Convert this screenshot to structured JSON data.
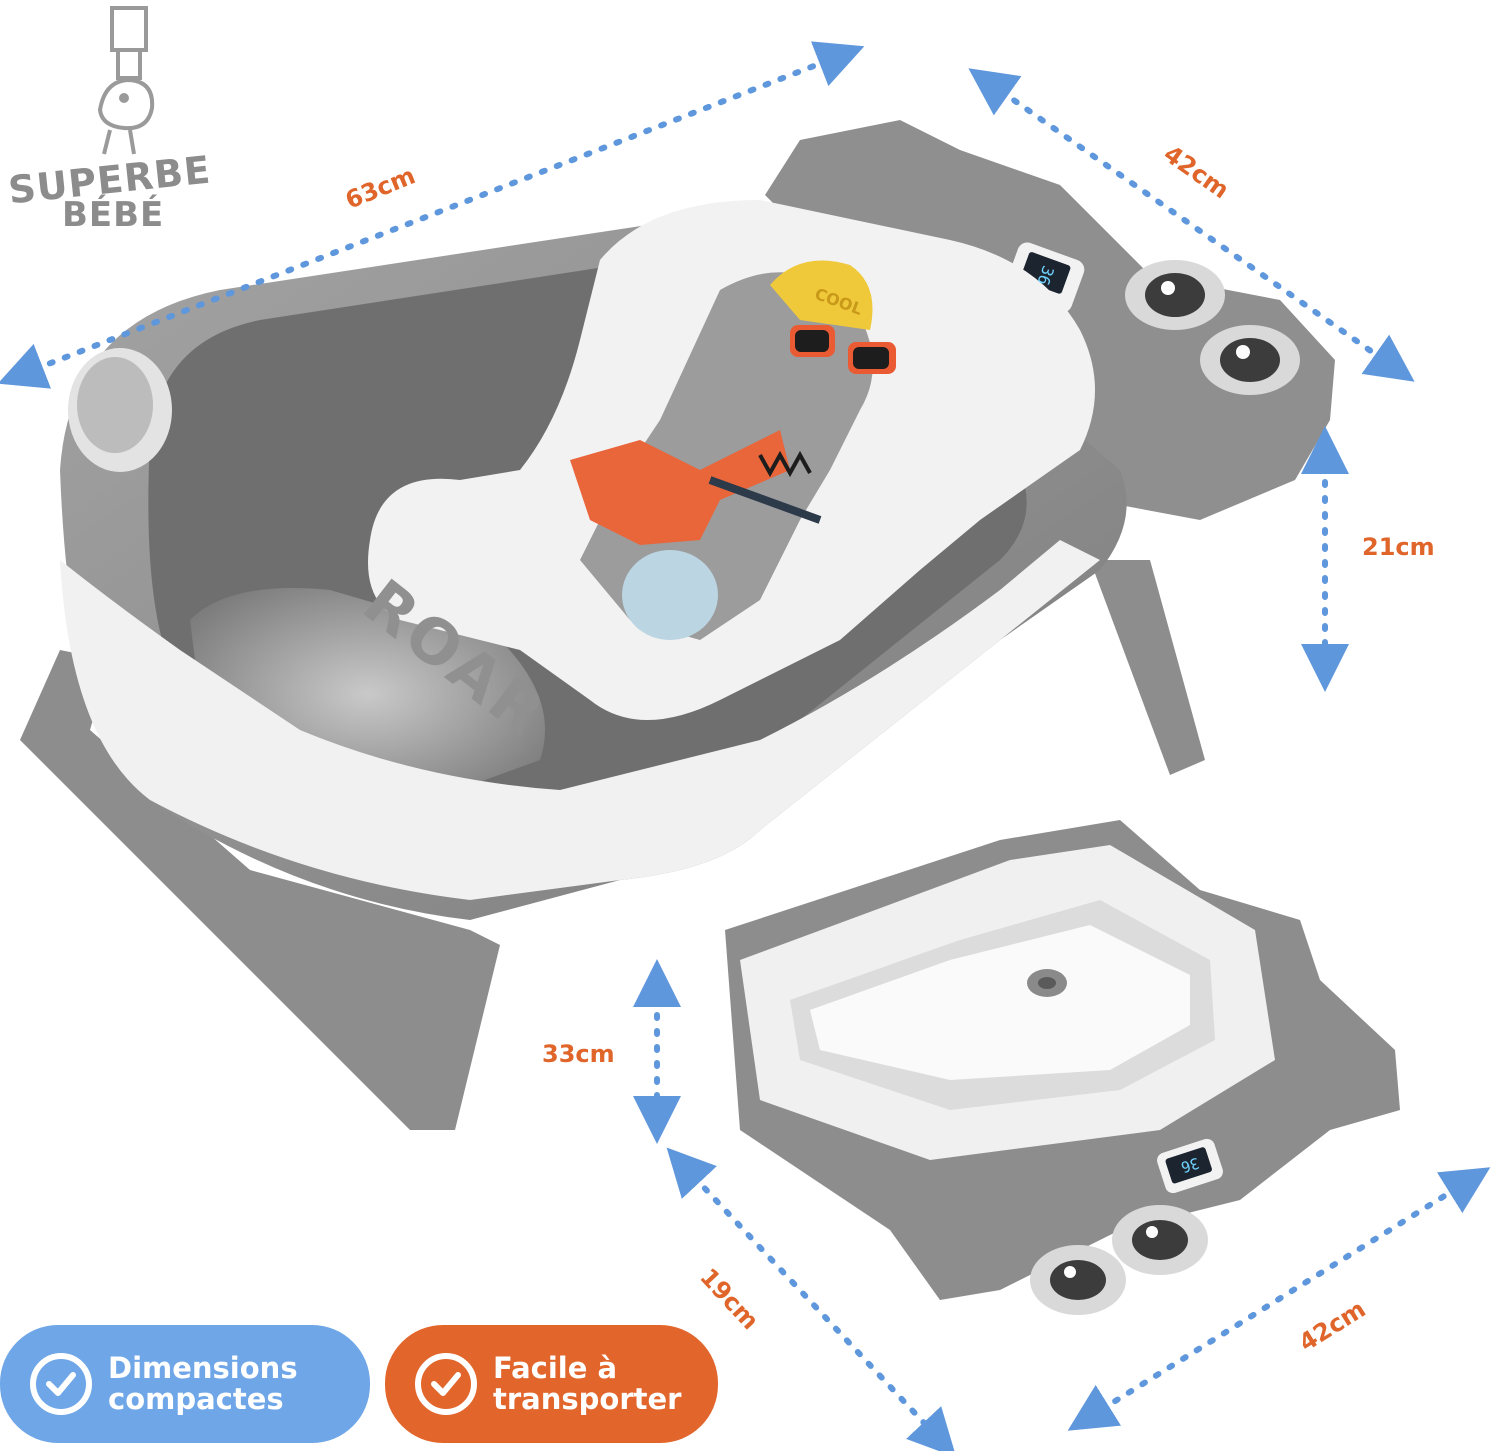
{
  "logo": {
    "line1": "SUPERBE",
    "line2": "BÉBÉ"
  },
  "dimensions": {
    "tub_length": "63cm",
    "tub_width": "42cm",
    "tub_height": "21cm",
    "folded_height": "33cm",
    "folded_depth": "19cm",
    "folded_width": "42cm"
  },
  "display": {
    "temp_main": "36",
    "temp_folded": "36"
  },
  "seat": {
    "cap_text": "COOL",
    "print_text": "ROAR"
  },
  "badges": [
    {
      "line1": "Dimensions",
      "line2": "compactes",
      "color": "#6ea6e8",
      "icon": "check-circle-icon"
    },
    {
      "line1": "Facile à",
      "line2": "transporter",
      "color": "#e2662c",
      "icon": "check-circle-icon"
    }
  ],
  "colors": {
    "arrow": "#5f97dd",
    "label": "#e0652a",
    "tub_gray": "#8e8e8e",
    "tub_light": "#f0f0f0"
  }
}
